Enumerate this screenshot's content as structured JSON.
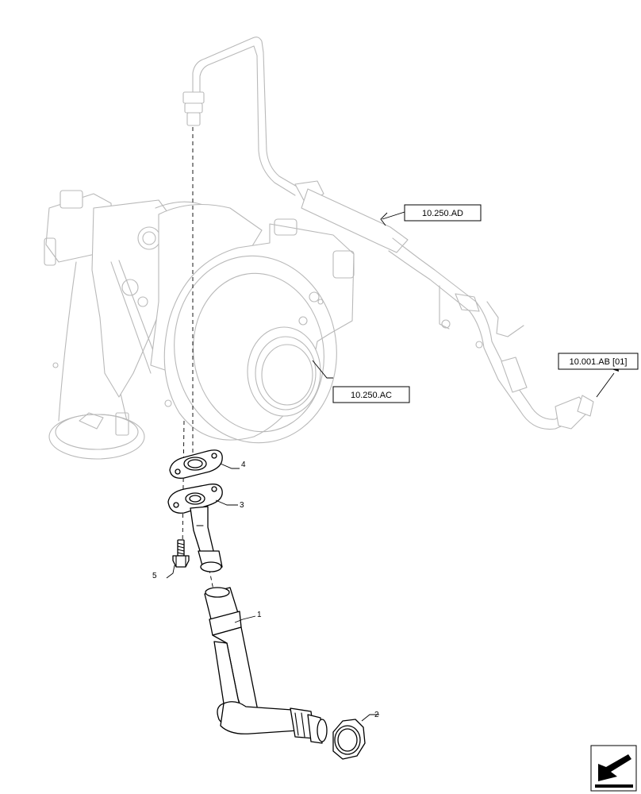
{
  "references": {
    "pipe_top": "10.250.AD",
    "turbo": "10.250.AC",
    "outlet": "10.001.AB [01]"
  },
  "callouts": {
    "item1": "1",
    "item2": "2",
    "item3": "3",
    "item4": "4",
    "item5": "5"
  },
  "icon": "return-arrow-icon"
}
